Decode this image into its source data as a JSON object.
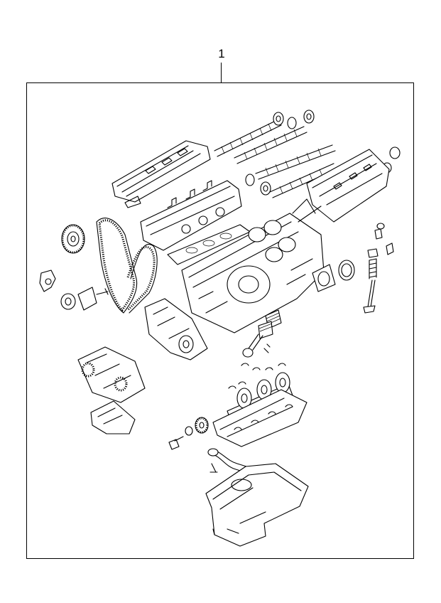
{
  "diagram": {
    "callout_number": "1",
    "assembly": "engine-assembly-exploded-view",
    "components": [
      "cylinder-head-cover",
      "camshaft",
      "camshaft-sprocket",
      "cylinder-head",
      "cylinder-head-gasket",
      "timing-belt",
      "timing-pulley",
      "belt-tensioner",
      "idler-pulley",
      "cylinder-block",
      "oil-seal",
      "valve",
      "valve-spring",
      "piston",
      "connecting-rod",
      "crankshaft",
      "crankshaft-bearing",
      "main-bearing-cap",
      "oil-pump",
      "crankshaft-sprocket",
      "timing-belt-cover",
      "oil-strainer",
      "oil-pan"
    ]
  }
}
